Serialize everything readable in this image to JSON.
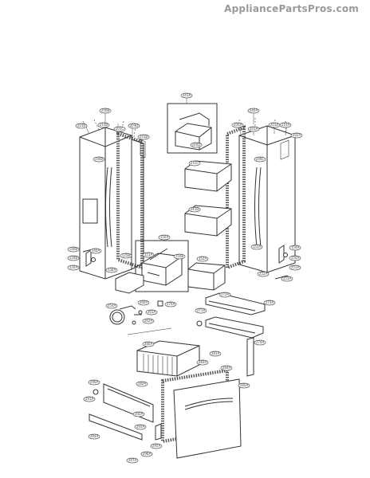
{
  "watermark": "AppliancePartsPros.com",
  "callouts": {
    "c1": "200B",
    "c2": "201B",
    "c3": "210B",
    "c4": "201C",
    "c5": "203D",
    "c6": "241A",
    "c7": "240A",
    "c8": "200A",
    "c9": "201A",
    "c10": "203A",
    "c11": "210A",
    "c12": "202A",
    "c13": "241B",
    "c14": "240B",
    "c15": "241C",
    "c16": "241D",
    "c17": "240C",
    "c18": "240D",
    "c19": "140A",
    "c20": "140B",
    "c21": "120B",
    "c22": "120A",
    "c23": "125B",
    "c24": "130A",
    "c25": "150A",
    "c26": "150B",
    "c27": "151A",
    "c28": "152A",
    "c29": "153A",
    "c30": "154A",
    "c31": "250A",
    "c32": "251A",
    "c33": "252A",
    "c34": "253A",
    "c35": "254A",
    "c36": "260A",
    "c37": "261A",
    "c38": "262A",
    "c39": "270A",
    "c40": "271A",
    "c41": "272A",
    "c42": "273A",
    "c43": "274A",
    "c44": "280A",
    "c45": "281A",
    "c46": "282A",
    "c47": "283A",
    "c48": "284A",
    "c49": "285A",
    "c50": "290A",
    "c51": "291A",
    "c52": "292A",
    "c53": "293A",
    "c54": "294A",
    "c55": "295A",
    "c56": "296A",
    "c57": "297A"
  }
}
